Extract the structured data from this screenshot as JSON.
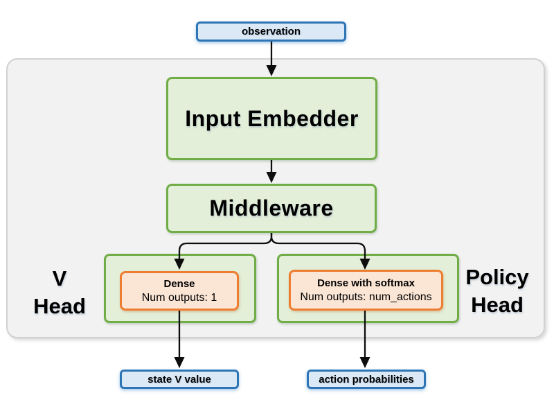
{
  "colors": {
    "page_bg": "#ffffff",
    "panel_fill": "#f2f2f2",
    "panel_border": "#cfd2d4",
    "blue_fill": "#dbe9f6",
    "blue_border": "#2e75b6",
    "green_fill": "#e3efd9",
    "green_border": "#70ad47",
    "orange_fill": "#fbe5d5",
    "orange_border": "#ed7d31",
    "arrow_color": "#0d0d0d",
    "text_color": "#000000"
  },
  "nodes": {
    "observation": {
      "label": "observation"
    },
    "input_embedder": {
      "label": "Input Embedder"
    },
    "middleware": {
      "label": "Middleware"
    },
    "v_head": {
      "title_line1": "V",
      "title_line2": "Head",
      "dense_title": "Dense",
      "dense_subtitle": "Num outputs: 1",
      "output_label": "state V value"
    },
    "policy_head": {
      "title_line1": "Policy",
      "title_line2": "Head",
      "dense_title": "Dense with softmax",
      "dense_subtitle": "Num outputs: num_actions",
      "output_label": "action probabilities"
    }
  }
}
